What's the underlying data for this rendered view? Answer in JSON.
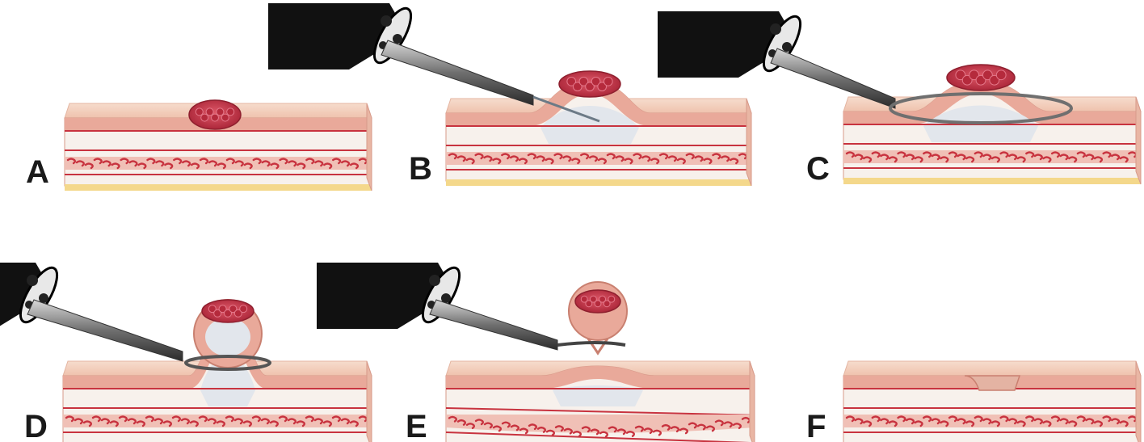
{
  "figure": {
    "panels": [
      {
        "label": "A",
        "stage": "lesion"
      },
      {
        "label": "B",
        "stage": "injection"
      },
      {
        "label": "C",
        "stage": "snare-placement"
      },
      {
        "label": "D",
        "stage": "snare-tightening"
      },
      {
        "label": "E",
        "stage": "resection"
      },
      {
        "label": "F",
        "stage": "post-resection"
      }
    ]
  },
  "colors": {
    "background": "#ffffff",
    "mucosa_top": "#f3cdb9",
    "mucosa_front": "#e9a99a",
    "muscle_band": "#c8333f",
    "submucosa": "#f7f1ec",
    "serosa": "#f4d88b",
    "lesion": "#c7384a",
    "endoscope": "#111111",
    "instrument": "#7a7a7a",
    "injection_fluid": "#e2e6ec",
    "label": "#1a1a1a"
  },
  "icons": [
    "endoscope-icon",
    "injection-needle-icon",
    "snare-loop-icon"
  ]
}
